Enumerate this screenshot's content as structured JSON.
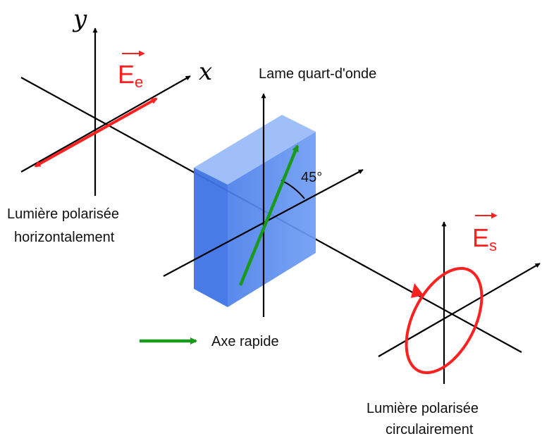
{
  "labels": {
    "axis_y": "y",
    "axis_x": "x",
    "field_in_main": "E",
    "field_in_sub": "e",
    "field_out_main": "E",
    "field_out_sub": "s",
    "plate": "Lame quart-d'onde",
    "angle": "45°",
    "input_line1": "Lumière polarisée",
    "input_line2": "horizontalement",
    "legend_axis": "Axe rapide",
    "output_line1": "Lumière polarisée",
    "output_line2": "circulairement"
  },
  "colors": {
    "axis": "#000000",
    "field": "#ff2020",
    "fast_axis": "#1a9a1a",
    "plate": "#4f86ee"
  }
}
